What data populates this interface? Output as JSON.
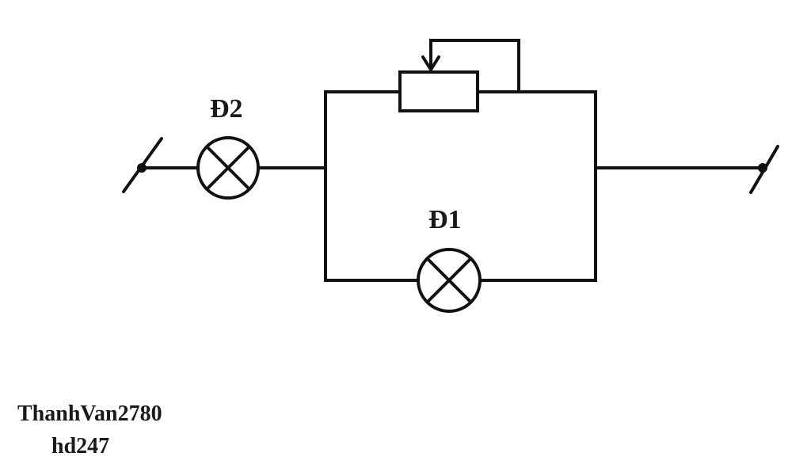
{
  "diagram": {
    "lamps": [
      {
        "id": "D2",
        "label": "Đ2"
      },
      {
        "id": "D1",
        "label": "Đ1"
      }
    ],
    "components": {
      "rheostat": {
        "name": "rheostat",
        "icon": "variable-resistor-icon"
      }
    },
    "credit": {
      "line1": "ThanhVan2780",
      "line2": "hd247"
    },
    "colors": {
      "stroke": "#111111",
      "background": "#ffffff"
    }
  }
}
